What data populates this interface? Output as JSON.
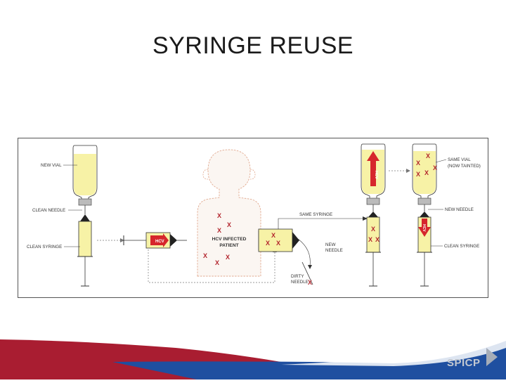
{
  "slide": {
    "title": "SYRINGE REUSE"
  },
  "diagram": {
    "labels": {
      "new_vial": "NEW VIAL",
      "clean_needle": "CLEAN NEEDLE",
      "clean_syringe_left": "CLEAN SYRINGE",
      "hcv_syringe": "HCV",
      "patient_line1": "HCV INFECTED",
      "patient_line2": "PATIENT",
      "same_syringe": "SAME SYRINGE",
      "new_needle_mid_line1": "NEW",
      "new_needle_mid_line2": "NEEDLE",
      "dirty_needle_line1": "DIRTY",
      "dirty_needle_line2": "NEEDLE",
      "hcv_vial_arrow": "HCV",
      "hcv_syringe_arrow": "HCV",
      "same_vial_line1": "SAME VIAL",
      "same_vial_line2": "(NOW TAINTED)",
      "new_needle_right": "NEW NEEDLE",
      "clean_syringe_right": "CLEAN SYRINGE",
      "contamination_mark": "X"
    },
    "colors": {
      "fluid": "#f7f2a6",
      "hcv_red": "#d6262c",
      "needle_hub": "#222222",
      "dashed_line": "#777777"
    }
  },
  "footer": {
    "logo_text": "SPICP",
    "colors": {
      "red": "#a91d31",
      "blue": "#1f4fa0"
    }
  }
}
